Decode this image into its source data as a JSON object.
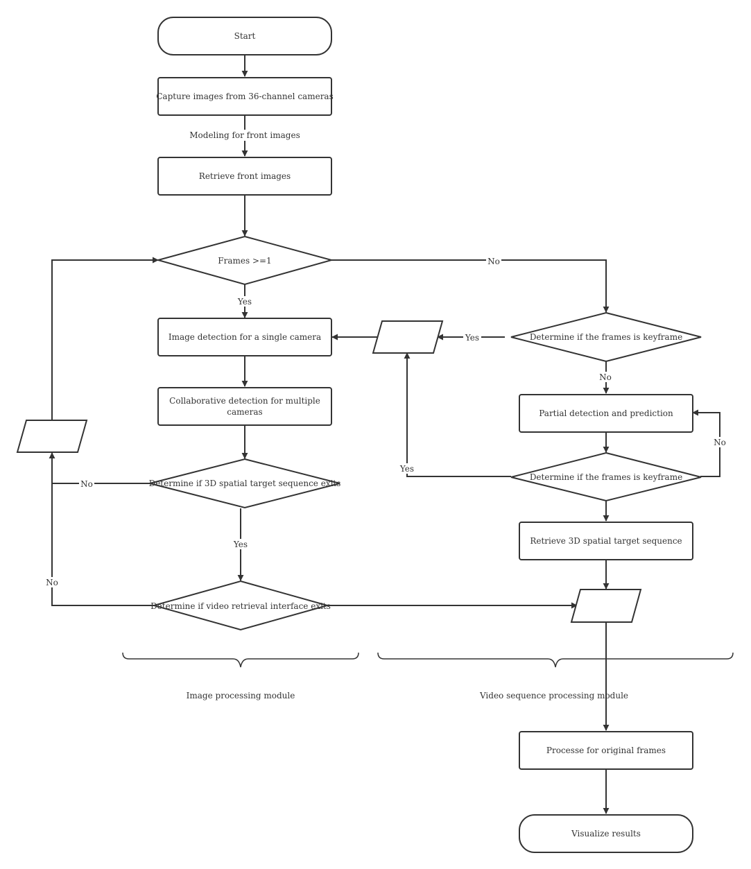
{
  "nodes": {
    "start": "Start",
    "capture": "Capture images from 36-channel cameras",
    "retrieve_front": "Retrieve front images",
    "frames_check": "Frames >=1",
    "single_detect": "Image detection for a single camera",
    "collab_detect_1": "Collaborative detection for multiple",
    "collab_detect_2": "cameras",
    "seq_exists": "Determine if 3D spatial target sequence exits",
    "video_iface": "Determine if video retrieval interface exits",
    "keyframe_1": "Determine if the frames is keyframe",
    "partial_detect": "Partial detection and prediction",
    "keyframe_2": "Determine if the frames is keyframe",
    "retrieve_3d": "Retrieve 3D spatial target sequence",
    "process_frames": "Processe for original frames",
    "visualize": "Visualize results"
  },
  "edge_labels": {
    "modeling": "Modeling for front images",
    "frames_yes": "Yes",
    "frames_no": "No",
    "kf1_yes": "Yes",
    "kf1_no": "No",
    "kf2_yes": "Yes",
    "kf2_no": "No",
    "seq_no": "No",
    "seq_yes": "Yes",
    "iface_no": "No"
  },
  "modules": {
    "image": "Image processing module",
    "video": "Video sequence processing module"
  }
}
